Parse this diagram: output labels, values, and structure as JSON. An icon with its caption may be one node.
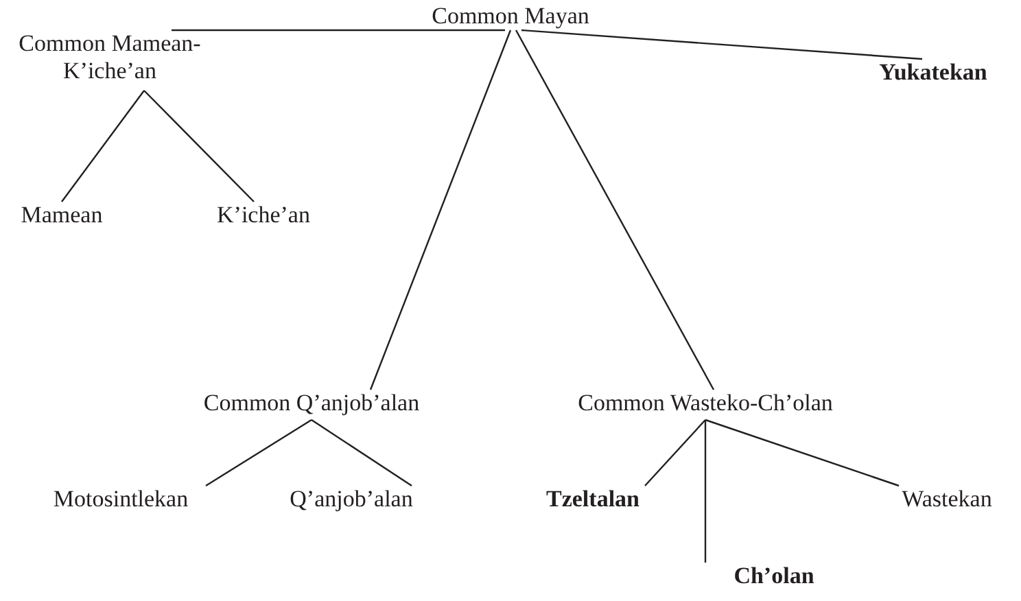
{
  "diagram": {
    "nodes": [
      {
        "text": [
          "Common Mayan"
        ]
      },
      {
        "text": [
          "Common Mamean-K’iche’an"
        ]
      },
      {
        "text": [
          "Mamean"
        ]
      },
      {
        "text": [
          "K’iche’an"
        ]
      },
      {
        "text": [
          "Common Q’anjob’alan"
        ]
      },
      {
        "text": [
          "Motosintlekan"
        ]
      },
      {
        "text": [
          "Q’anjob’alan"
        ]
      },
      {
        "text": [
          "Common Wasteko-Ch’olan"
        ]
      },
      {
        "text": [
          "Yukatekan"
        ]
      },
      {
        "text": [
          "Tzeltalan"
        ]
      },
      {
        "text": [
          "Wastekan"
        ]
      },
      {
        "text": [
          "Ch’olan"
        ]
      }
    ],
    "edges": [
      {
        "from": 0,
        "to": 1,
        "arrow": "none"
      },
      {
        "from": 0,
        "to": 4,
        "arrow": "none"
      },
      {
        "from": 0,
        "to": 7,
        "arrow": "none"
      },
      {
        "from": 0,
        "to": 8,
        "arrow": "none"
      },
      {
        "from": 1,
        "to": 2,
        "arrow": "none"
      },
      {
        "from": 1,
        "to": 3,
        "arrow": "none"
      },
      {
        "from": 4,
        "to": 5,
        "arrow": "none"
      },
      {
        "from": 4,
        "to": 6,
        "arrow": "none"
      },
      {
        "from": 7,
        "to": 9,
        "arrow": "none"
      },
      {
        "from": 7,
        "to": 10,
        "arrow": "none"
      },
      {
        "from": 7,
        "to": 11,
        "arrow": "none"
      }
    ]
  }
}
